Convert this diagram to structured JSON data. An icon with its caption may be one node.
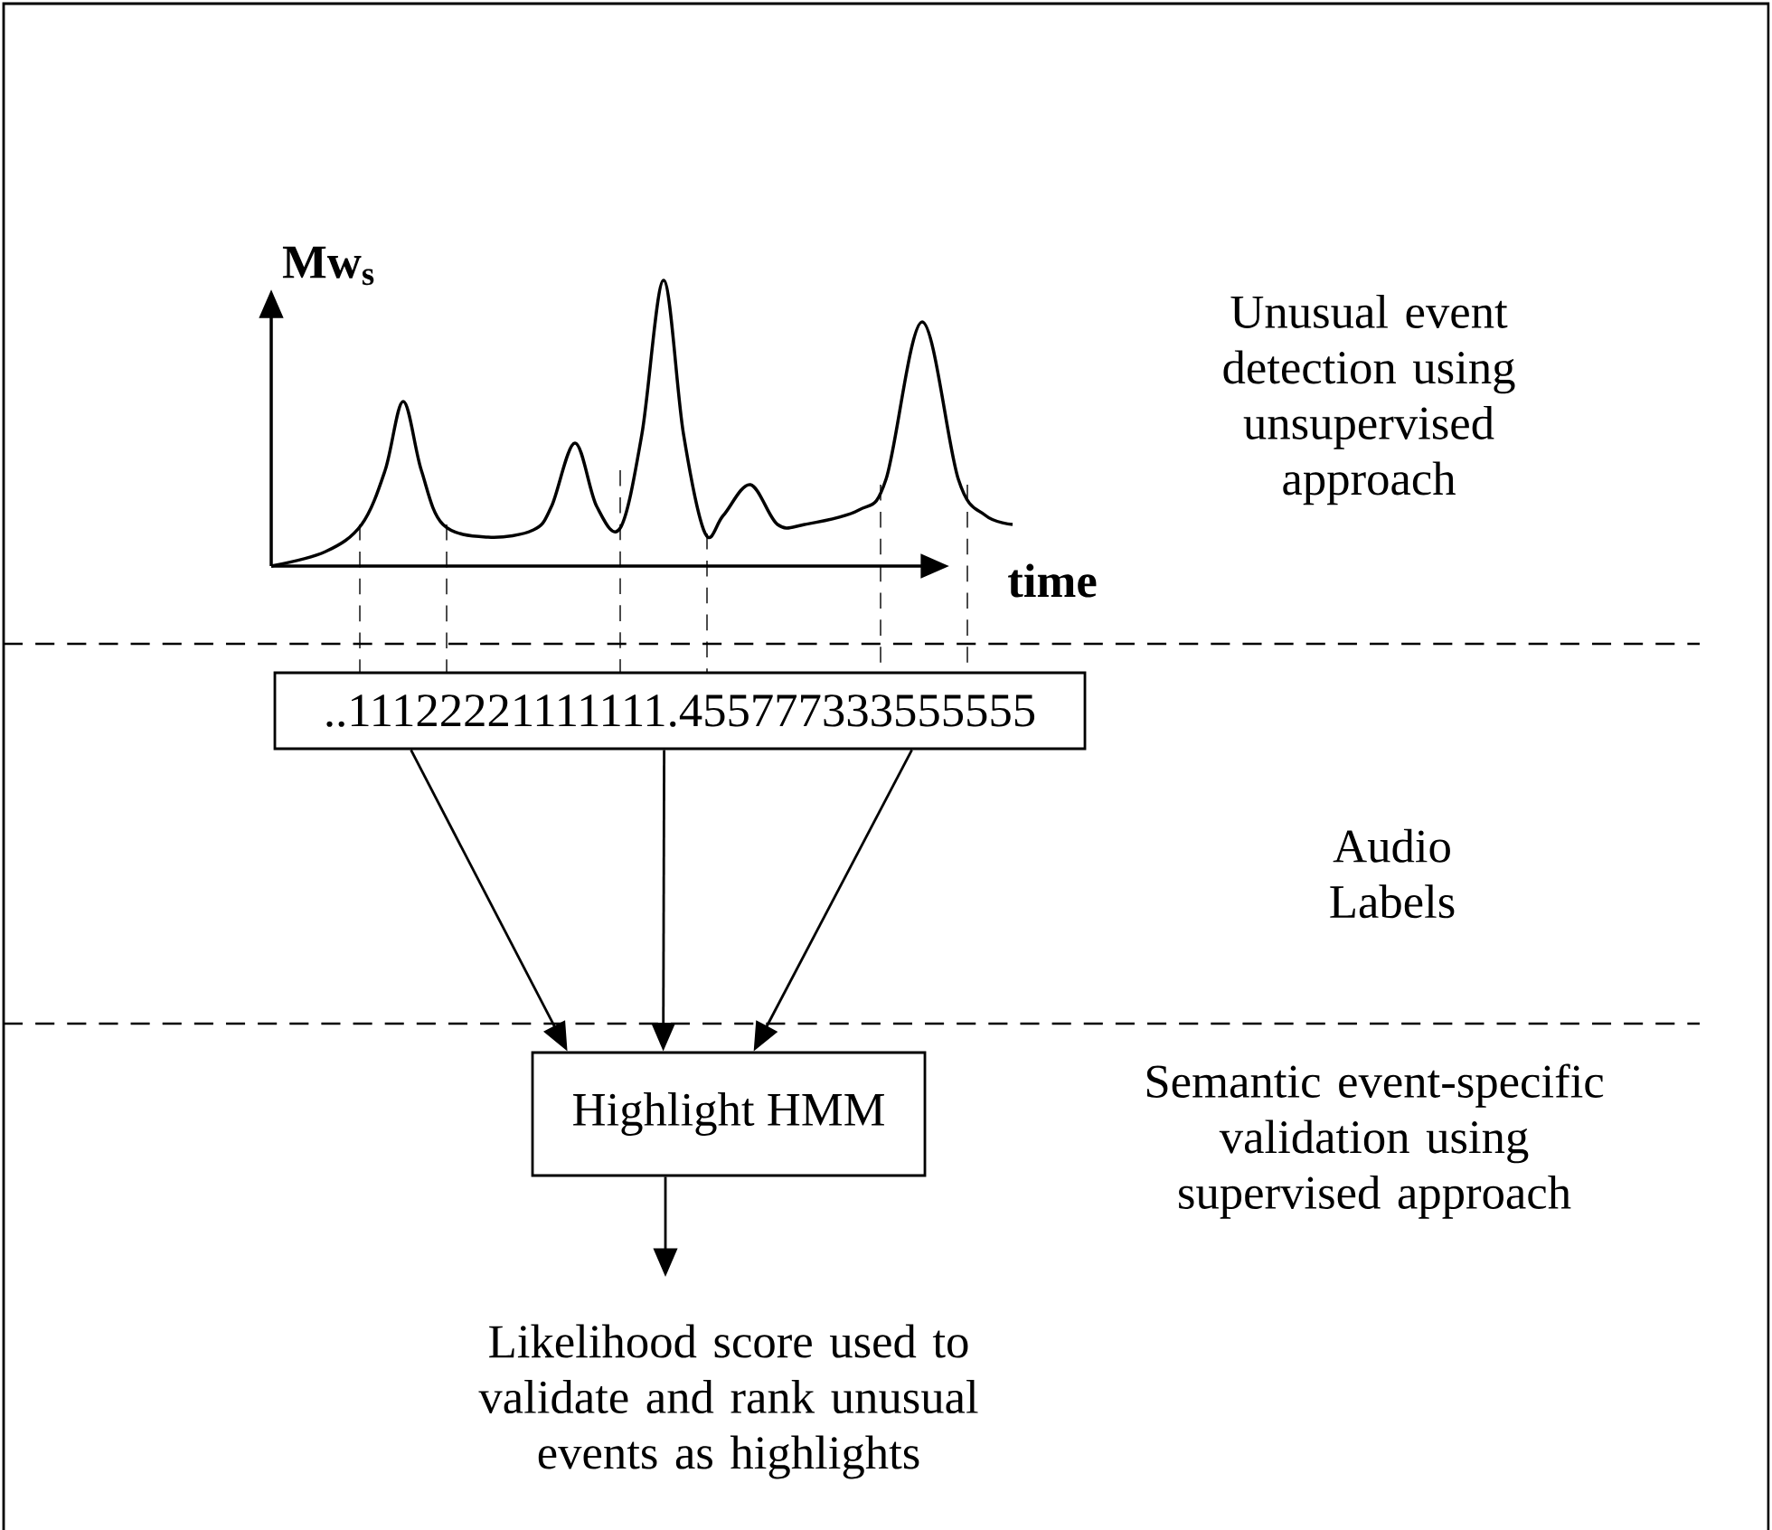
{
  "diagram": {
    "nodes": [
      {
        "text": [
          "..11122221111111.455777333555555"
        ]
      },
      {
        "text": [
          "Highlight HMM"
        ]
      },
      {
        "text": [
          "Likelihood score used to validate and rank unusual events as highlights"
        ]
      }
    ],
    "edges": [
      {
        "from": 0,
        "to": 1,
        "arrow": "to"
      },
      {
        "from": 0,
        "to": 1,
        "arrow": "to"
      },
      {
        "from": 0,
        "to": 1,
        "arrow": "to"
      },
      {
        "from": 1,
        "to": 2,
        "arrow": "to"
      }
    ],
    "labels": [
      "Mw$_{s}$",
      "Unusual event detection using unsupervised approach",
      "time",
      "Audio Labels",
      "Semantic event-specific validation using supervised approach"
    ]
  }
}
